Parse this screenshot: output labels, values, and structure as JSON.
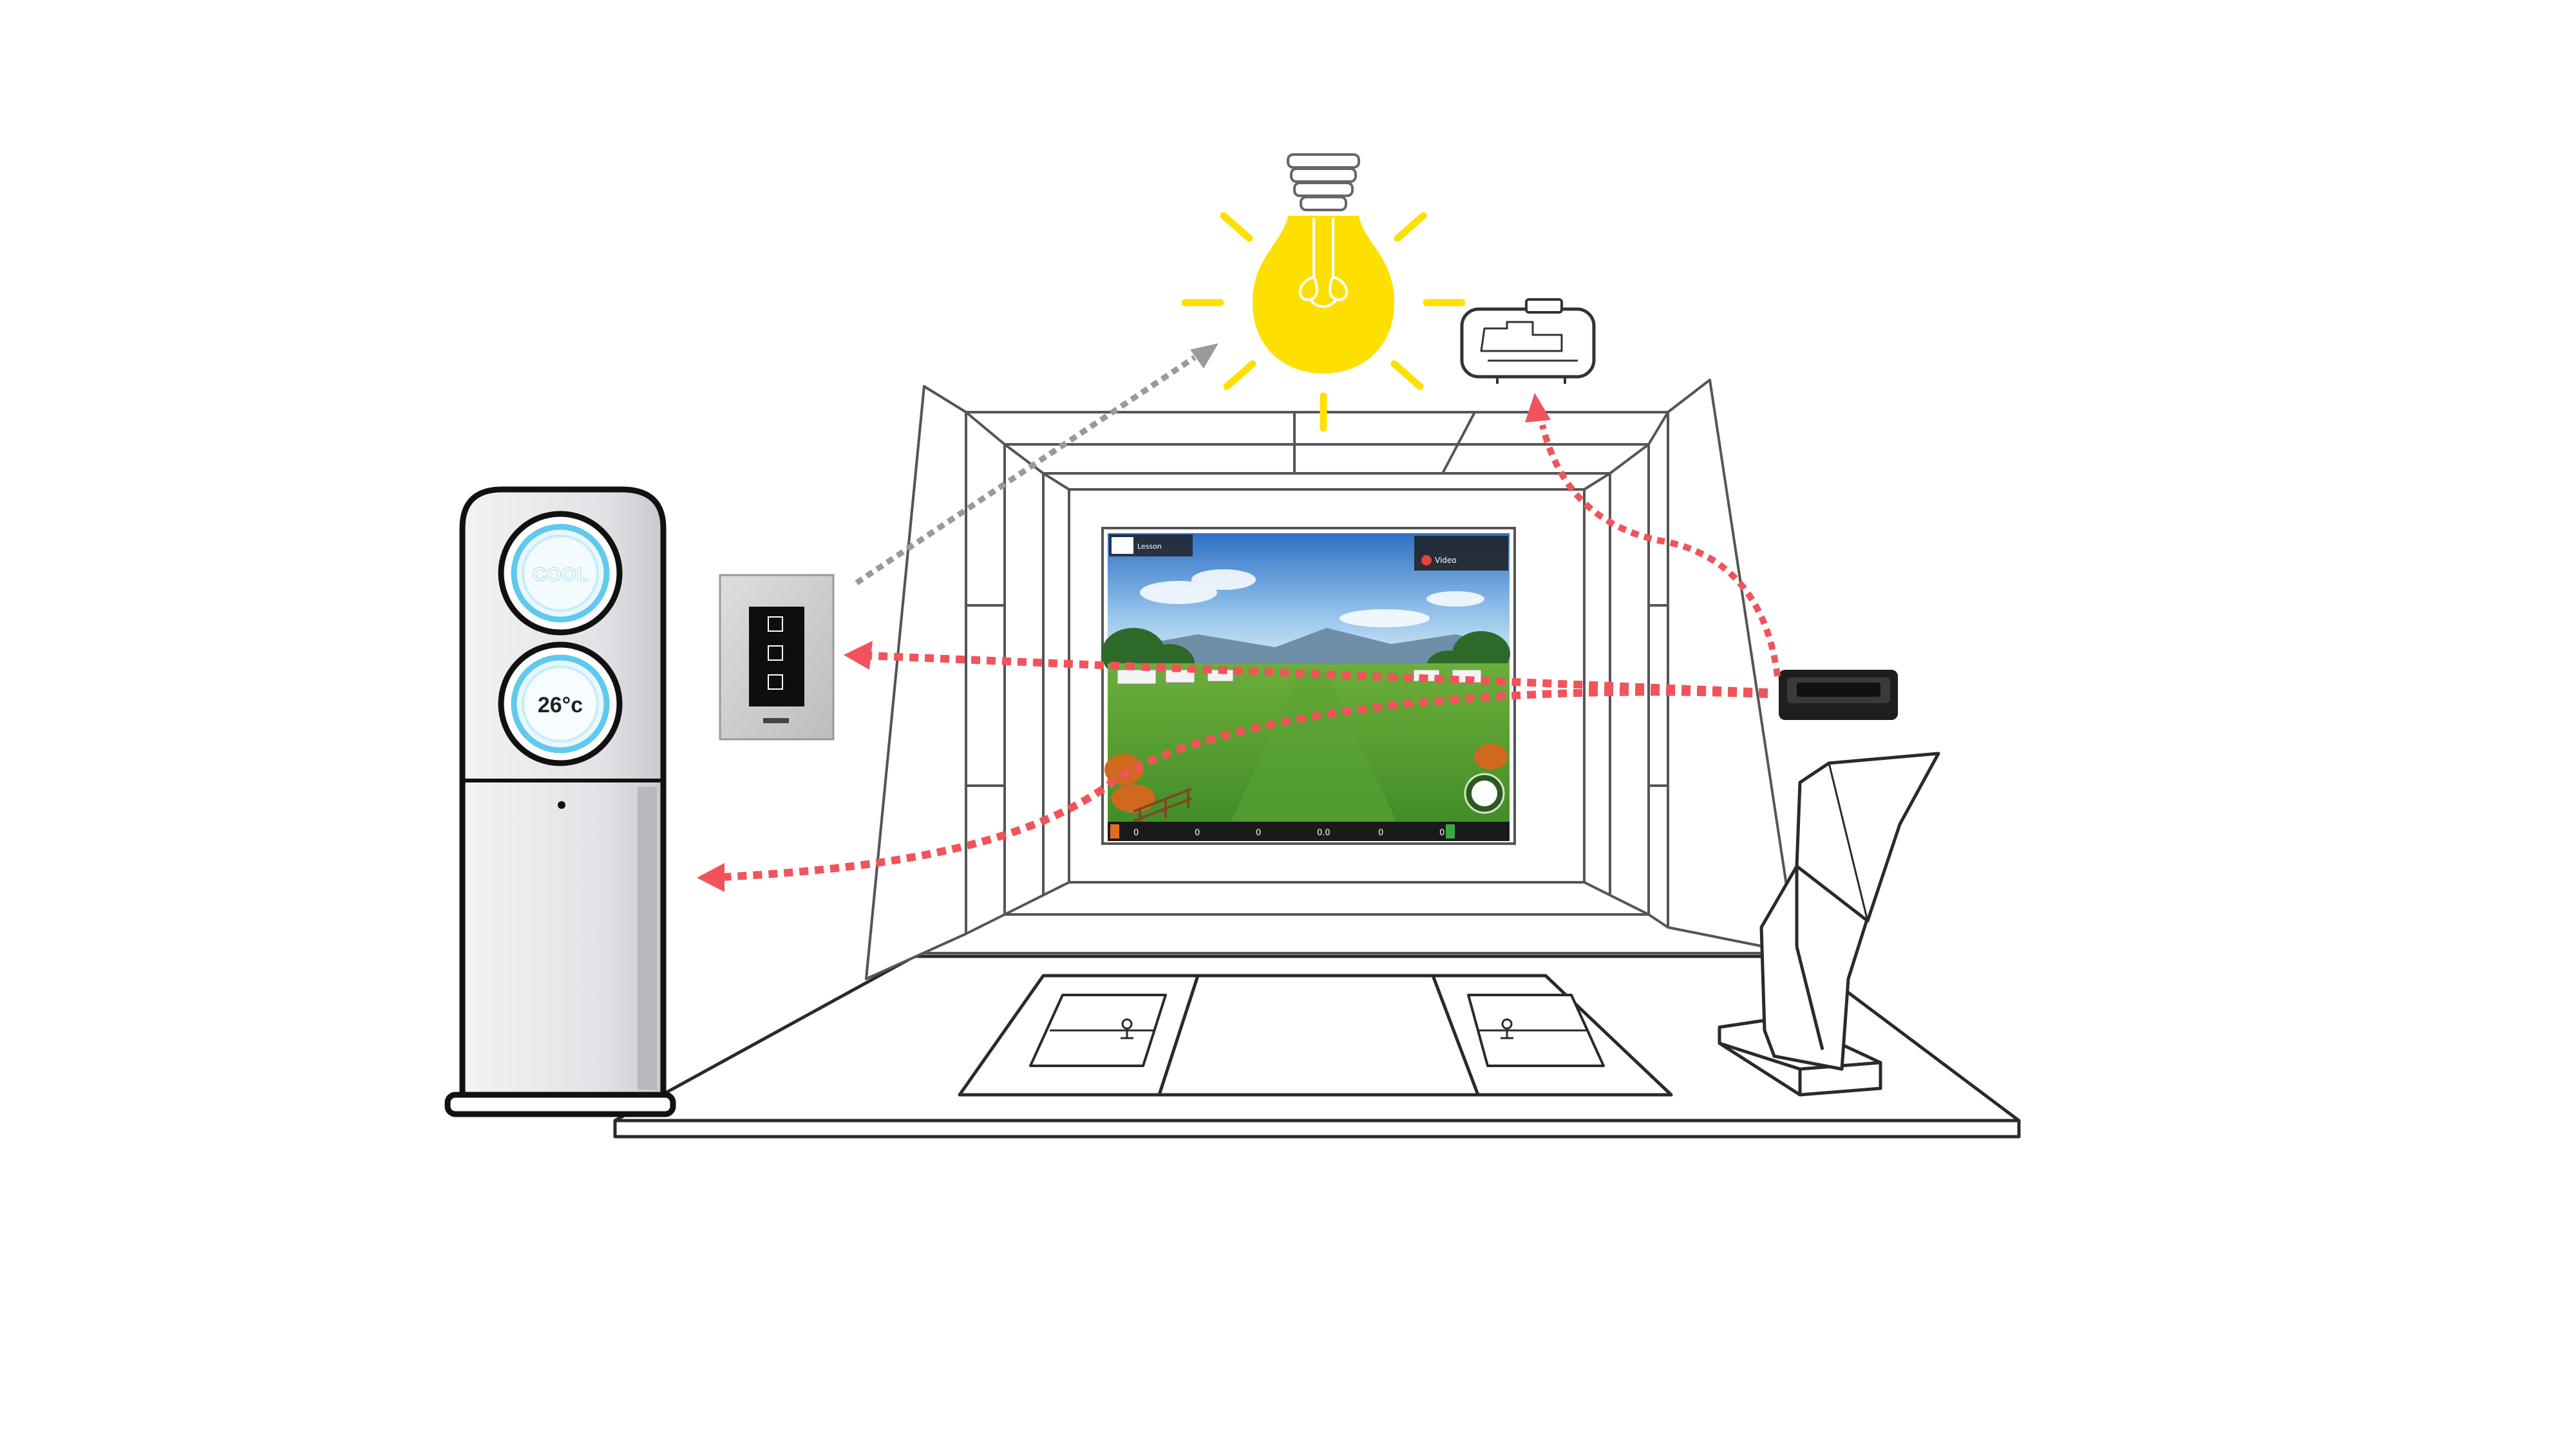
{
  "air_conditioner": {
    "mode_label": "COOL",
    "temperature_label": "26°c"
  },
  "colors": {
    "signal_red": "#f0545a",
    "signal_gray": "#9a9a9a",
    "bulb_yellow": "#fde000",
    "ac_ring_blue": "#5fc9ef",
    "outline": "#2a2a2a",
    "sky": "#4f8fd6",
    "fairway": "#4e9a2f"
  },
  "icons": {
    "bulb": "light-bulb-icon",
    "projector": "projector-icon",
    "sensor": "sensor-icon",
    "switch": "wall-switch-icon",
    "kiosk": "kiosk-icon",
    "ac": "air-conditioner-icon"
  },
  "screen_hud": {
    "player_label": "Lesson",
    "video_label": "Video",
    "stats": [
      "0",
      "0",
      "0",
      "0.0",
      "0",
      "0"
    ]
  }
}
